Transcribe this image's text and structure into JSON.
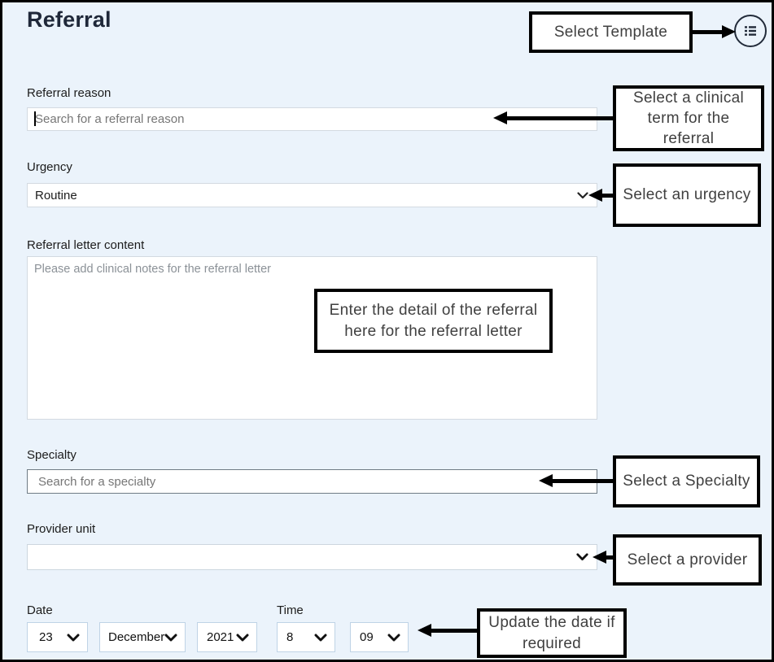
{
  "title": "Referral",
  "header": {
    "template_callout": "Select Template",
    "template_icon": "list-icon"
  },
  "form": {
    "reason": {
      "label": "Referral reason",
      "placeholder": "Search for a referral reason"
    },
    "urgency": {
      "label": "Urgency",
      "value": "Routine"
    },
    "letter": {
      "label": "Referral letter content",
      "placeholder": "Please add clinical notes for the referral letter"
    },
    "specialty": {
      "label": "Specialty",
      "placeholder": "Search for a specialty"
    },
    "provider": {
      "label": "Provider unit",
      "value": ""
    },
    "date": {
      "label": "Date",
      "day": "23",
      "month": "December",
      "year": "2021"
    },
    "time": {
      "label": "Time",
      "hour": "8",
      "minute": "09"
    }
  },
  "callouts": {
    "reason": "Select a clinical term for the referral",
    "urgency": "Select an urgency",
    "letter": "Enter the detail of the referral here for the referral letter",
    "specialty": "Select a Specialty",
    "provider": "Select a provider",
    "datetime": "Update the date if required"
  },
  "colors": {
    "background": "#ebf3fb",
    "title_text": "#1f2839",
    "callout_border": "#000000",
    "input_border_light": "#d3dae1",
    "input_border_dark": "#6f7b85",
    "date_border": "#bfd3e6",
    "placeholder_text": "#767676"
  }
}
